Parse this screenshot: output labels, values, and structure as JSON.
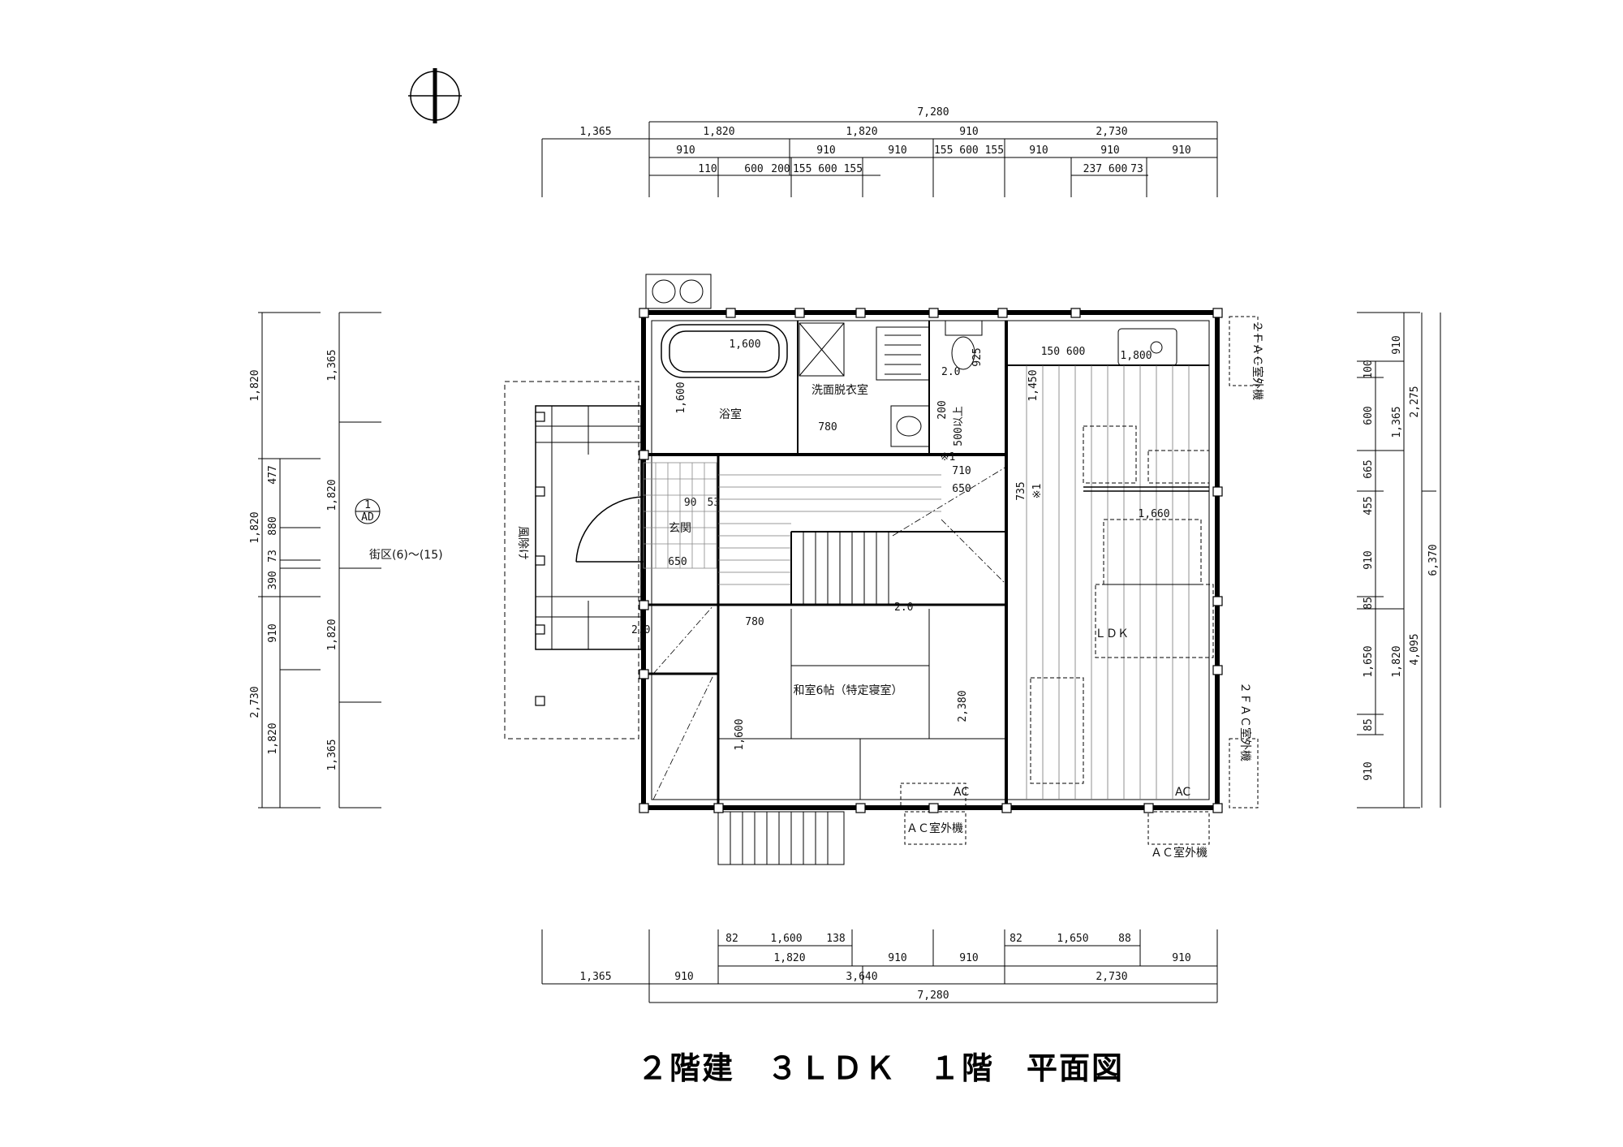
{
  "title": "２階建　３ＬＤＫ　１階　平面図",
  "rooms": {
    "bath": "浴室",
    "washroom": "洗面脱衣室",
    "entrance": "玄関",
    "washitsu": "和室6帖（特定寝室）",
    "ldk": "ＬＤＫ",
    "windbreak": "風除け",
    "ac_outdoor_1": "ＡＣ室外機",
    "ac_outdoor_2": "ＡＣ室外機",
    "ac_small_1": "AC",
    "ac_small_2": "AC",
    "vent_note_1": "２ＦＡＣ室外機",
    "vent_note_2": "２ＦＡＣ室外機",
    "block_note": "街区(6)～(15)",
    "section_mark_top": "1",
    "section_mark_bottom": "AD"
  },
  "top_dims": {
    "row1": [
      "7,280"
    ],
    "row2": [
      "1,365",
      "1,820",
      "1,820",
      "910",
      "2,730"
    ],
    "row3": [
      "910",
      "910",
      "910",
      "155 600 155",
      "910",
      "910",
      "910"
    ],
    "row4": [
      "110",
      "600",
      "200",
      "155 600 155",
      "237 600",
      "73"
    ]
  },
  "bottom_dims": {
    "row1": [
      "82",
      "1,600",
      "138",
      "82",
      "1,650",
      "88"
    ],
    "row2": [
      "1,820",
      "910",
      "910",
      "910"
    ],
    "row3": [
      "1,365",
      "910",
      "3,640",
      "2,730"
    ],
    "row4": [
      "7,280"
    ]
  },
  "left_dims": {
    "outer": [
      "1,820",
      "1,820",
      "2,730"
    ],
    "mid": [
      "477",
      "880",
      "73",
      "390",
      "910",
      "1,820"
    ],
    "inner": [
      "1,365",
      "1,820",
      "1,820",
      "1,365"
    ]
  },
  "right_dims": {
    "inner": [
      "100",
      "600",
      "665",
      "455",
      "910",
      "85",
      "1,650",
      "85",
      "910"
    ],
    "mid": [
      "910",
      "1,365",
      "1,820"
    ],
    "outer": [
      "2,275",
      "4,095"
    ],
    "total": [
      "6,370"
    ]
  },
  "interior_dims": {
    "bathtub": "1,600",
    "bath_h": "1,600",
    "wash_w": "780",
    "toilet_925": "925",
    "toilet_500": "500以上",
    "d200": "200",
    "d150_600": "150 600",
    "sink_1800": "1,800",
    "d1450": "1,450",
    "d710": "710",
    "d650a": "650",
    "d735": "735",
    "note1": "※1",
    "note2": "※1",
    "d1660": "1,660",
    "d90_53": "90　53",
    "d650b": "650",
    "d780b": "780",
    "d2380": "2,380",
    "d1600c": "1,600",
    "d20a": "2.0",
    "d20b": "2.0",
    "d20c": "2.0"
  },
  "colors": {
    "line": "#000000",
    "grey": "#888888"
  }
}
